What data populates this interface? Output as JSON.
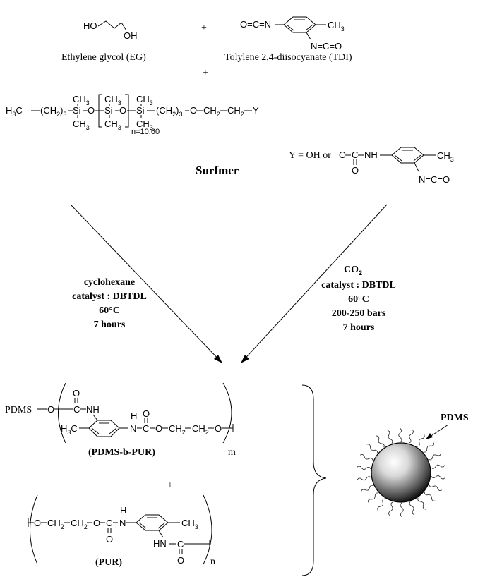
{
  "reactants": {
    "eg_formula": {
      "ho": "HO",
      "oh": "OH"
    },
    "eg_name": "Ethylene glycol (EG)",
    "plus_1": "+",
    "tdi_formula": {
      "ocn": "O=C=N",
      "ch3": "CH",
      "ch3_sub": "3",
      "nco": "N=C=O"
    },
    "tdi_name": "Tolylene 2,4-diisocyanate (TDI)",
    "plus_2": "+"
  },
  "surfmer": {
    "h3c": "H",
    "h3c_sub": "3",
    "h3c_c": "C",
    "ch2_a": "(CH",
    "ch2_a_sub": "2",
    "ch2_a_close": ")",
    "n3_a": "3",
    "si": "Si",
    "o": "O",
    "ch3": "CH",
    "ch3_sub": "3",
    "ch2_b": "(CH",
    "ch2_b_sub": "2",
    "ch2_b_close": ")",
    "n3_b": "3",
    "o_link": "O",
    "ch2_c": "CH",
    "ch2_c_sub": "2",
    "ch2_d": "CH",
    "ch2_d_sub": "2",
    "y": "Y",
    "n_value": "n=10,60",
    "label": "Surfmer",
    "y_def": "Y = OH or",
    "carbamate": {
      "o1": "O",
      "c": "C",
      "nh": "NH",
      "o2": "O",
      "ch3": "CH",
      "ch3_sub": "3",
      "nco": "N=C=O"
    }
  },
  "conditions_left": {
    "lines": [
      "cyclohexane",
      "catalyst : DBTDL",
      "60°C",
      "7 hours"
    ]
  },
  "conditions_right": {
    "co2": "CO",
    "co2_sub": "2",
    "lines": [
      "catalyst : DBTDL",
      "60°C",
      "200-250 bars",
      "7 hours"
    ]
  },
  "products": {
    "pdms_b_pur": {
      "pdms": "PDMS",
      "o1": "O",
      "c1": "C",
      "o_top": "O",
      "nh": "NH",
      "h3c": "H",
      "h3c_sub": "3",
      "h3c_c": "C",
      "h": "H",
      "n": "N",
      "c2": "C",
      "o_c2": "O",
      "o2": "O",
      "ch2_a": "CH",
      "ch2_a_sub": "2",
      "ch2_b": "CH",
      "ch2_b_sub": "2",
      "o3": "O",
      "label": "(PDMS-b-PUR)",
      "m": "m"
    },
    "plus": "+",
    "pur": {
      "o1": "O",
      "ch2_a": "CH",
      "ch2_a_sub": "2",
      "ch2_b": "CH",
      "ch2_b_sub": "2",
      "o2": "O",
      "c1": "C",
      "o_c1": "O",
      "h": "H",
      "n": "N",
      "ch3": "CH",
      "ch3_sub": "3",
      "hn": "HN",
      "c2": "C",
      "o_c2": "O",
      "label": "(PUR)",
      "n_sub": "n"
    }
  },
  "particle": {
    "label": "PDMS"
  }
}
